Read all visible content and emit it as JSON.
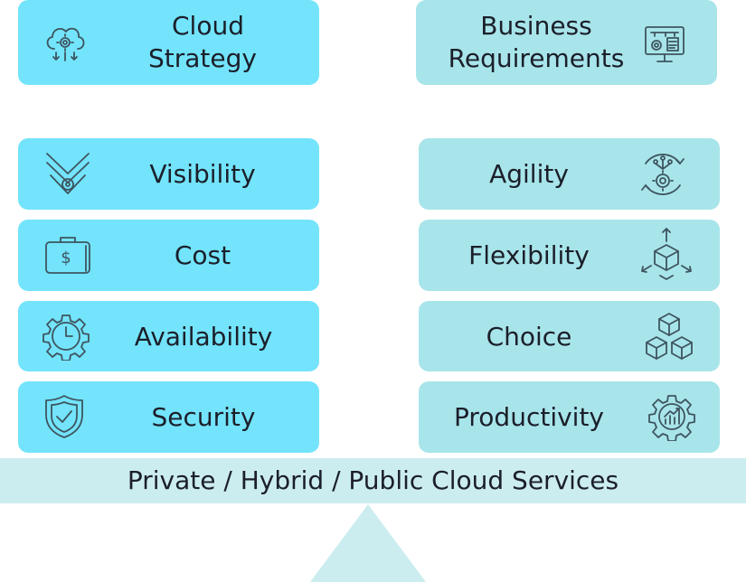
{
  "top": {
    "cloud_strategy": {
      "line1": "Cloud",
      "line2": "Strategy",
      "icon": "cloud-gear-icon"
    },
    "business_requirements": {
      "line1": "Business",
      "line2": "Requirements",
      "icon": "dashboard-monitor-icon"
    }
  },
  "left_items": [
    {
      "label": "Visibility",
      "icon": "eye-chevron-icon"
    },
    {
      "label": "Cost",
      "icon": "dollar-briefcase-icon"
    },
    {
      "label": "Availability",
      "icon": "clock-gear-icon"
    },
    {
      "label": "Security",
      "icon": "shield-check-icon"
    }
  ],
  "right_items": [
    {
      "label": "Agility",
      "icon": "cycle-gear-icon"
    },
    {
      "label": "Flexibility",
      "icon": "cube-arrows-icon"
    },
    {
      "label": "Choice",
      "icon": "stacked-cubes-icon"
    },
    {
      "label": "Productivity",
      "icon": "gear-chart-icon"
    }
  ],
  "base": {
    "label": "Private / Hybrid / Public Cloud Services"
  },
  "colors": {
    "left_card": "#73e4fb",
    "right_card": "#a8e5ea",
    "base_bar": "#ccedf0",
    "text": "#1b1f2a",
    "icon": "#3e5560"
  }
}
